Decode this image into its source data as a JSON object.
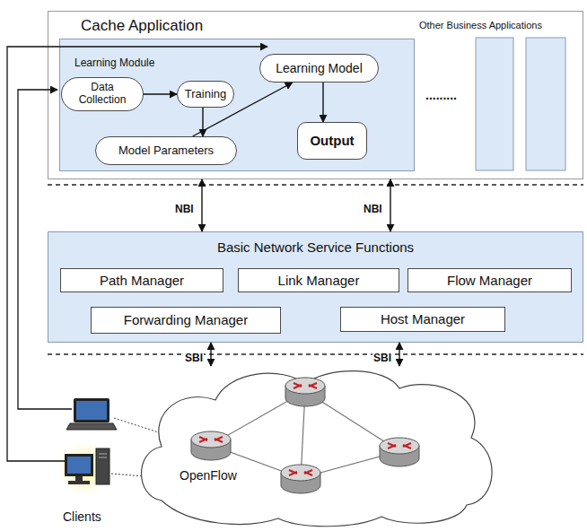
{
  "diagram": {
    "nodes": [
      {
        "text": [
          "Cache Application"
        ]
      },
      {
        "text": [
          "Learning Module"
        ],
        "in": 0
      },
      {
        "text": [
          "Data Collection"
        ],
        "in": 1
      },
      {
        "text": [
          "Training"
        ],
        "in": 1
      },
      {
        "text": [
          "Model Parameters"
        ],
        "in": 1
      },
      {
        "text": [
          "Learning Model"
        ],
        "in": 1
      },
      {
        "text": [
          "Output"
        ],
        "in": 1
      },
      {
        "text": [
          "Basic Network Service Functions"
        ]
      },
      {
        "text": [
          "Path Manager"
        ],
        "in": 7
      },
      {
        "text": [
          "Link Manager"
        ],
        "in": 7
      },
      {
        "text": [
          "Flow Manager"
        ],
        "in": 7
      },
      {
        "text": [
          "Forwarding Manager"
        ],
        "in": 7
      },
      {
        "text": [
          "Host Manager"
        ],
        "in": 7
      },
      {
        "text": [
          "OpenFlow"
        ]
      }
    ],
    "edges": [
      {
        "from": 2,
        "to": 3,
        "arrow": "to"
      },
      {
        "from": 3,
        "to": 4,
        "arrow": "to"
      },
      {
        "from": 4,
        "to": 5,
        "arrow": "to"
      },
      {
        "from": 5,
        "to": 6,
        "arrow": "to"
      },
      {
        "from": 0,
        "to": 7,
        "label": "NBI",
        "arrow": "both"
      },
      {
        "from": 0,
        "to": 7,
        "label": "NBI",
        "arrow": "both"
      },
      {
        "from": 7,
        "to": 13,
        "label": "SBI",
        "arrow": "both"
      },
      {
        "from": 7,
        "to": 13,
        "label": "SBI",
        "arrow": "both"
      }
    ],
    "labels": [
      "Other Business Applications",
      ".........",
      "Clients"
    ]
  }
}
